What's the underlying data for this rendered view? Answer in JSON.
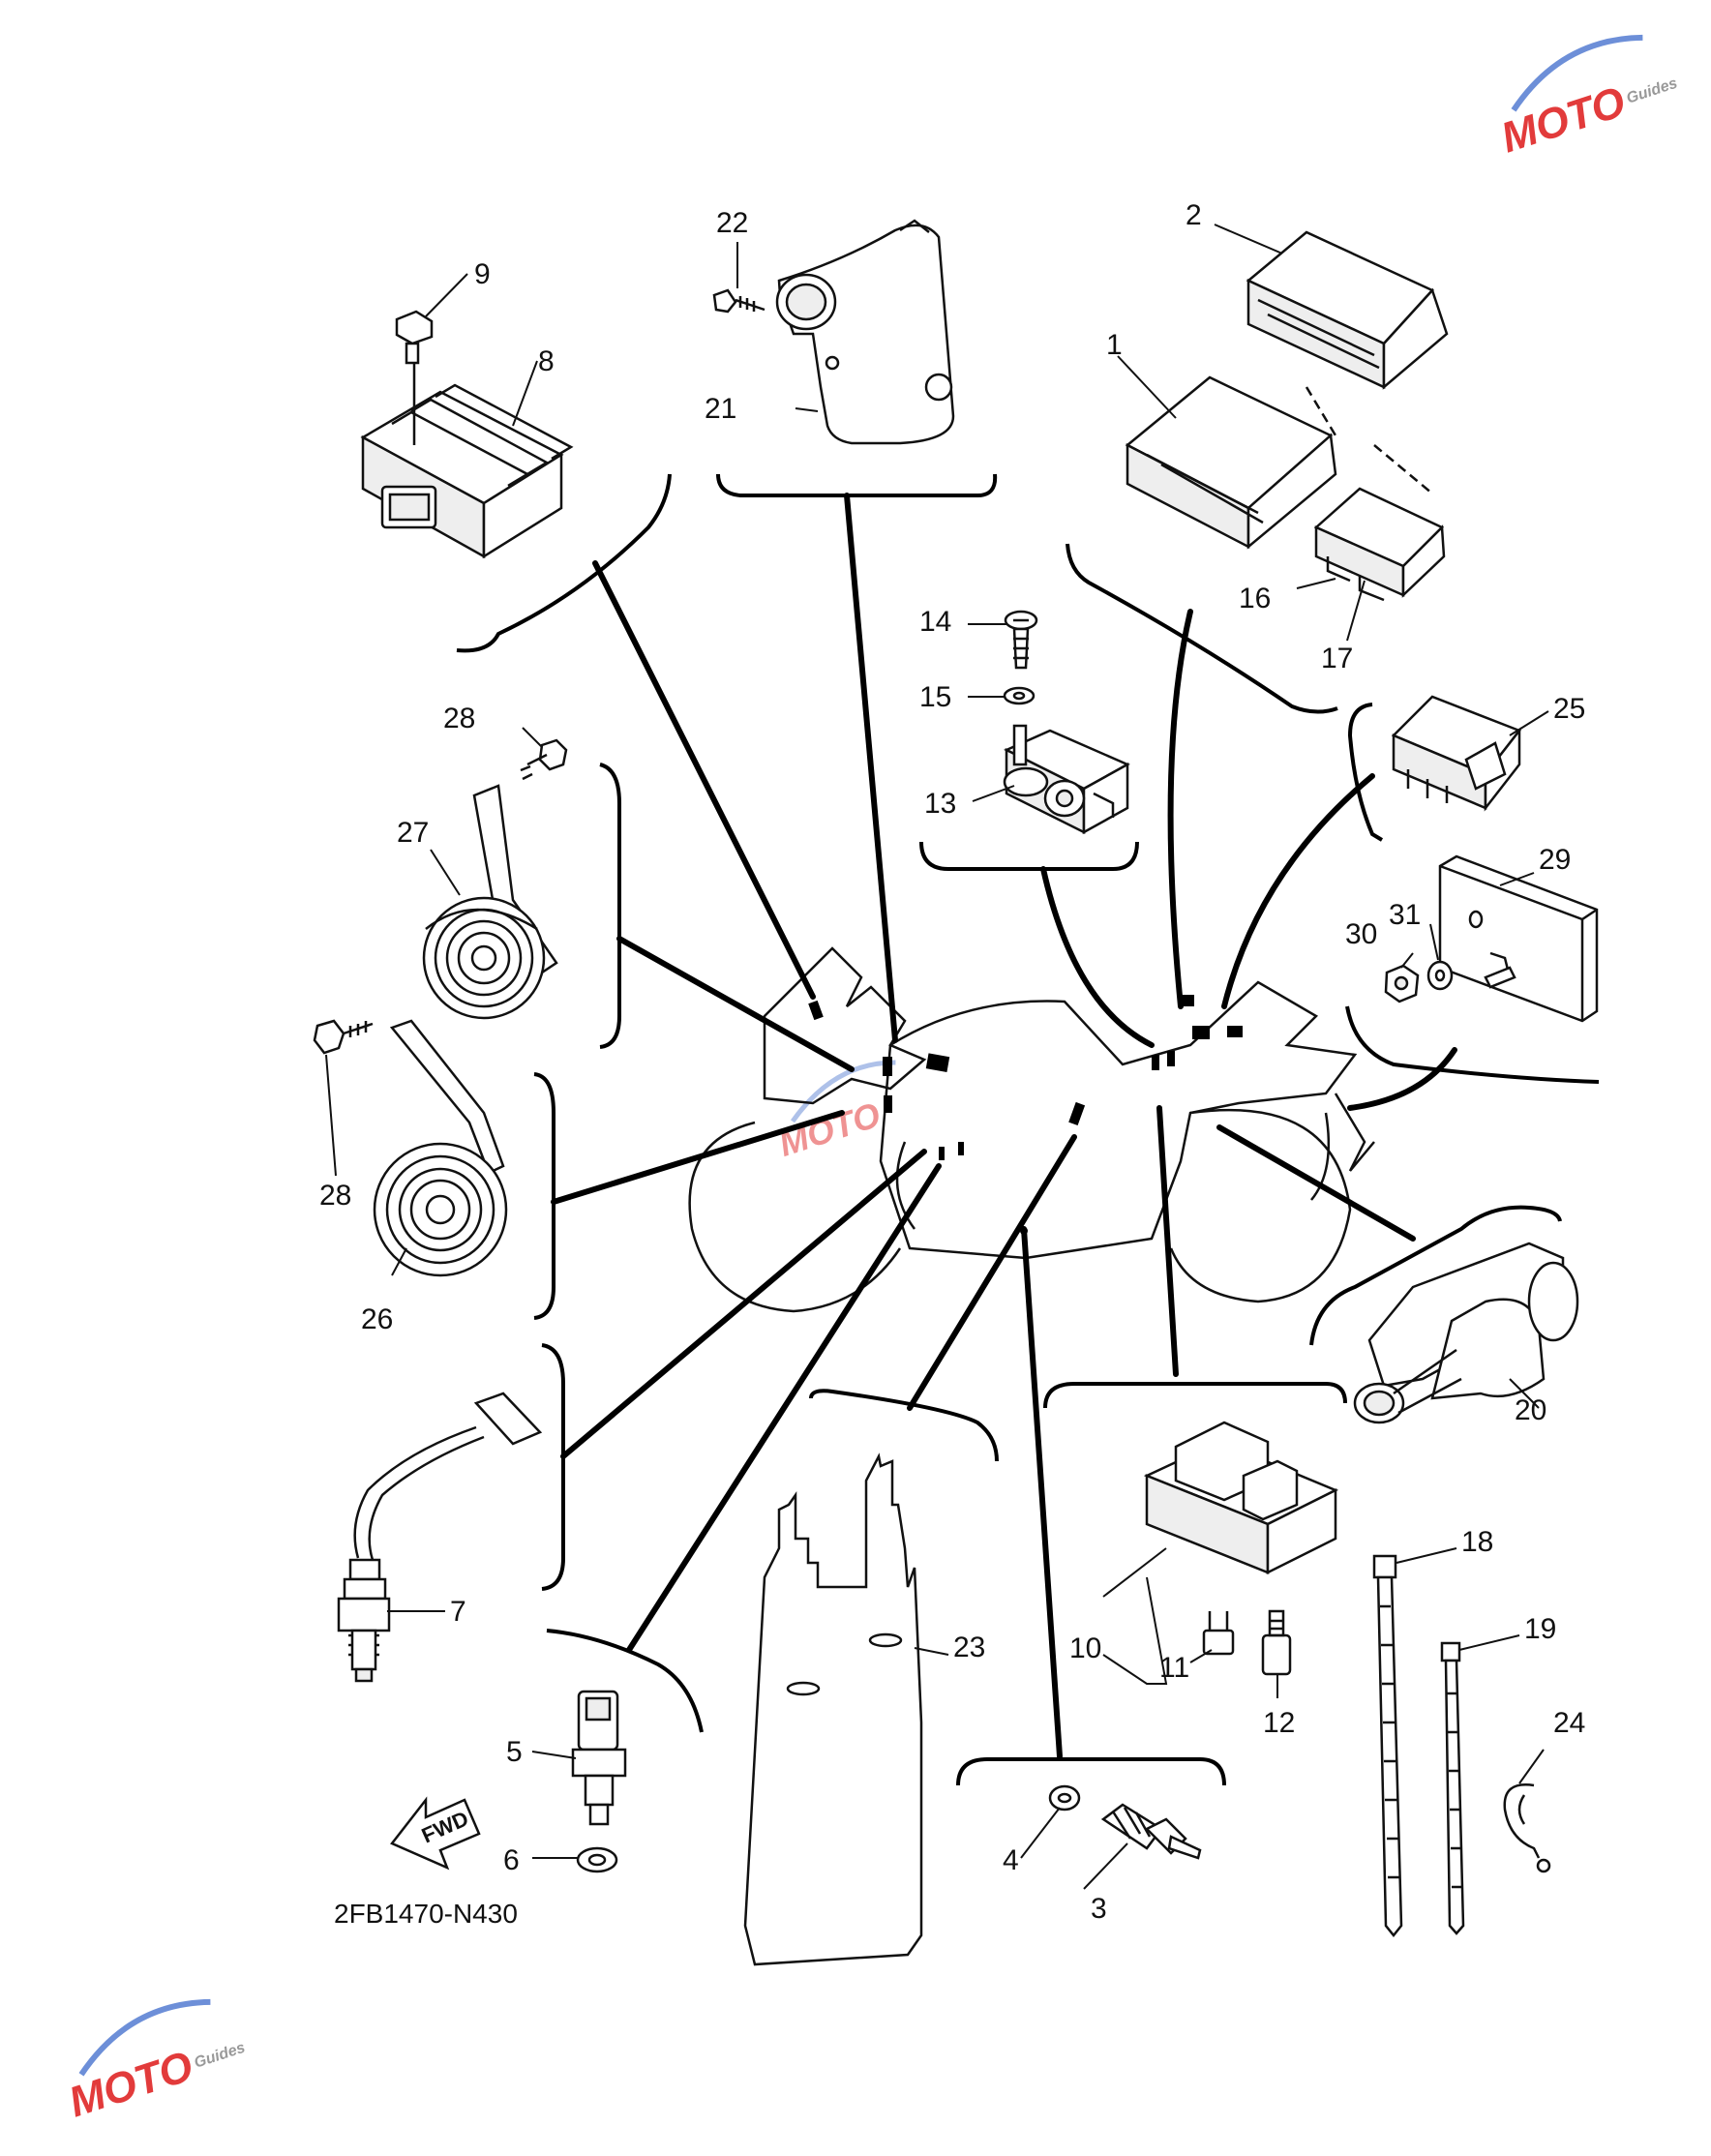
{
  "diagram": {
    "part_code": "2FB1470-N430",
    "fwd_label": "FWD",
    "callouts": [
      "1",
      "2",
      "3",
      "4",
      "5",
      "6",
      "7",
      "8",
      "9",
      "10",
      "11",
      "12",
      "13",
      "14",
      "15",
      "16",
      "17",
      "18",
      "19",
      "20",
      "21",
      "22",
      "23",
      "24",
      "25",
      "26",
      "27",
      "28",
      "29",
      "30",
      "31"
    ],
    "watermark": {
      "word": "MOTO",
      "sub": "Guides",
      "colors": [
        "#e23b3b",
        "#6d8fd8",
        "#b0b0b0"
      ]
    }
  }
}
